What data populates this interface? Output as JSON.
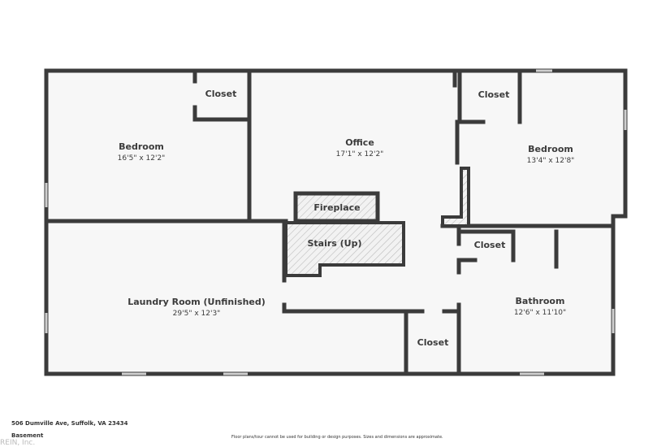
{
  "rooms": {
    "bedroom_left": {
      "name": "Bedroom",
      "dims": "16'5\" x 12'2\""
    },
    "office": {
      "name": "Office",
      "dims": "17'1\" x 12'2\""
    },
    "bedroom_right": {
      "name": "Bedroom",
      "dims": "13'4\" x 12'8\""
    },
    "laundry": {
      "name": "Laundry Room (Unfinished)",
      "dims": "29'5\" x 12'3\""
    },
    "bathroom": {
      "name": "Bathroom",
      "dims": "12'6\" x 11'10\""
    },
    "closet_1": {
      "name": "Closet"
    },
    "closet_2": {
      "name": "Closet"
    },
    "closet_3": {
      "name": "Closet"
    },
    "closet_4": {
      "name": "Closet"
    },
    "fireplace": {
      "name": "Fireplace"
    },
    "stairs": {
      "name": "Stairs (Up)"
    }
  },
  "footer": {
    "address": "506 Dumville Ave, Suffolk, VA 23434",
    "floor": "Basement",
    "disclaimer": "Floor plans/tour cannot be used for building or design purposes. Sizes and dimensions are approximate.",
    "watermark": "REIN, Inc."
  },
  "colors": {
    "wall": "#3b3b3b",
    "floor": "#f7f7f7",
    "hatch": "#bdbdbd"
  }
}
